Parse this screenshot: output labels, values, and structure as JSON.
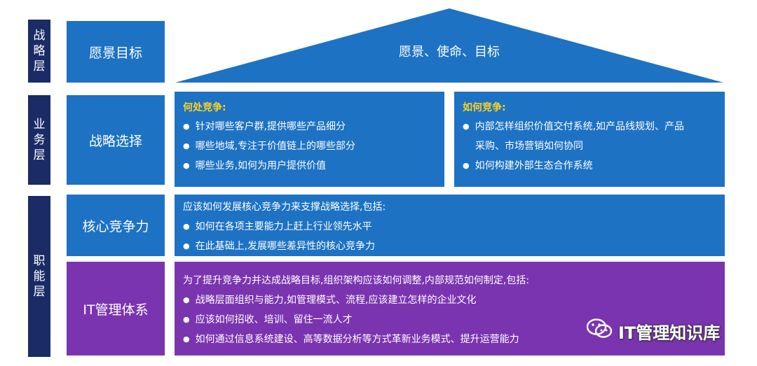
{
  "layers": {
    "strategy": "战\n略\n层",
    "business": "业\n务\n层",
    "function": "职\n能\n层"
  },
  "categories": {
    "vision": "愿景目标",
    "strategic_choice": "战略选择",
    "core_competence": "核心竞争力",
    "it_management": "IT管理体系"
  },
  "roof": {
    "title": "愿景、使命、目标",
    "color": "#1d72c4"
  },
  "where_compete": {
    "heading": "何处竞争:",
    "items": [
      "针对哪些客户群,提供哪些产品细分",
      "哪些地域,专注于价值链上的哪些部分",
      "哪些业务,如何为用户提供价值"
    ]
  },
  "how_compete": {
    "heading": "如何竞争:",
    "items": [
      "内部怎样组织价值交付系统,如产品线规划、产品",
      "采购、市场营销如何协同",
      "如何构建外部生态合作系统"
    ]
  },
  "core": {
    "intro": "应该如何发展核心竞争力来支撑战略选择,包括:",
    "items": [
      "如何在各项主要能力上赶上行业领先水平",
      "在此基础上,发展哪些差异性的核心竞争力"
    ]
  },
  "it": {
    "intro": "为了提升竞争力并达成战略目标,组织架构应该如何调整,内部规范如何制定,包括:",
    "items": [
      "战略层面组织与能力,如管理模式、流程,应该建立怎样的企业文化",
      "应该如何招收、培训、留住一流人才",
      "如何通过信息系统建设、高等数据分析等方式革新业务模式、提升运营能力"
    ]
  },
  "watermark": {
    "text": "IT管理知识库",
    "icon": "wechat-icon"
  },
  "colors": {
    "layer_bg": "#1a2b66",
    "blue": "#1d72c4",
    "purple": "#7a34b0",
    "heading_yellow": "#ffd21f"
  }
}
